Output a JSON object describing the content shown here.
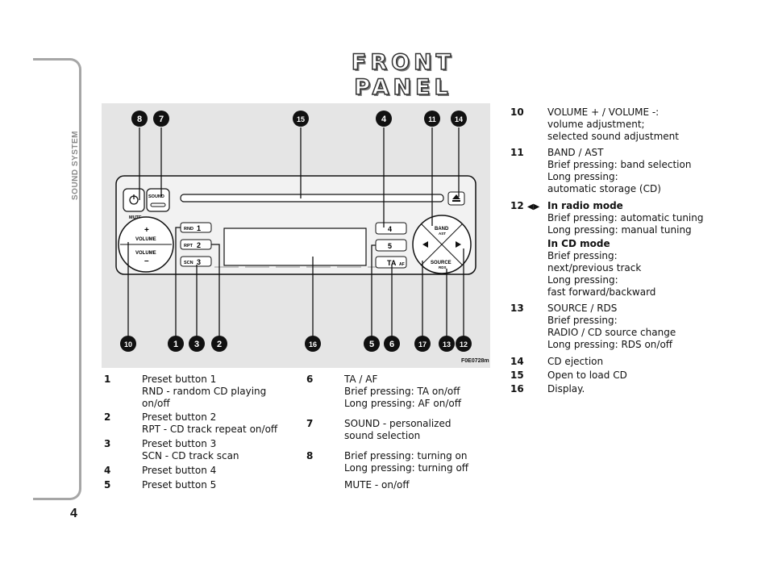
{
  "section": "SOUND SYSTEM",
  "page_number": "4",
  "title": "FRONT PANEL",
  "figure": {
    "code": "F0E0728m",
    "labels": {
      "mute": "MUTE",
      "sound": "SOUND",
      "volume_up": "VOLUME",
      "volume_down": "VOLUME",
      "plus": "+",
      "minus": "–",
      "rnd": "RND",
      "rpt": "RPT",
      "scn": "SCN",
      "one": "1",
      "two": "2",
      "three": "3",
      "four": "4",
      "five": "5",
      "ta": "TA",
      "af": "AF",
      "band": "BAND",
      "ast": "AST",
      "source": "SOURCE",
      "rds": "RDS"
    },
    "callouts_top": [
      "8",
      "7",
      "15",
      "4",
      "11",
      "14"
    ],
    "callouts_bottom": [
      "10",
      "1",
      "3",
      "2",
      "16",
      "5",
      "6",
      "17",
      "13",
      "12"
    ]
  },
  "col1": [
    {
      "num": "1",
      "lines": [
        "Preset button 1",
        "RND - random CD playing",
        "on/off"
      ]
    },
    {
      "num": "2",
      "lines": [
        "Preset button 2",
        "RPT - CD track repeat on/off"
      ]
    },
    {
      "num": "3",
      "lines": [
        "Preset button 3",
        "SCN - CD track scan"
      ]
    },
    {
      "num": "4",
      "lines": [
        "Preset button 4"
      ]
    },
    {
      "num": "5",
      "lines": [
        "Preset button 5"
      ]
    }
  ],
  "col2": [
    {
      "num": "6",
      "lines": [
        "TA / AF",
        "Brief pressing: TA on/off",
        "Long pressing: AF on/off"
      ]
    },
    {
      "num": "7",
      "lines": [
        "SOUND - personalized",
        "sound selection"
      ]
    },
    {
      "num": "8",
      "lines": [
        "Brief pressing: turning on",
        "Long pressing: turning off"
      ]
    },
    {
      "num": "",
      "lines": [
        "MUTE - on/off"
      ]
    }
  ],
  "col3": {
    "i10": {
      "num": "10",
      "lines": [
        "VOLUME + / VOLUME -:",
        "volume adjustment;",
        "selected sound adjustment"
      ]
    },
    "i11": {
      "num": "11",
      "lines": [
        "BAND / AST",
        "Brief pressing: band selection",
        "Long pressing:",
        "automatic storage (CD)"
      ]
    },
    "i12": {
      "num": "12",
      "arrows": "◀▶",
      "heading": "In radio mode",
      "lines": [
        "Brief pressing: automatic tuning",
        "Long pressing: manual tuning"
      ],
      "heading2": "In CD mode",
      "lines2": [
        "Brief pressing:",
        "next/previous track",
        "Long pressing:",
        "fast forward/backward"
      ]
    },
    "i13": {
      "num": "13",
      "lines": [
        "SOURCE / RDS",
        "Brief pressing:",
        "RADIO / CD source change",
        "Long pressing: RDS on/off"
      ]
    },
    "i14": {
      "num": "14",
      "lines": [
        "CD ejection"
      ]
    },
    "i15": {
      "num": "15",
      "lines": [
        "Open to load CD"
      ]
    },
    "i16": {
      "num": "16",
      "lines": [
        "Display."
      ]
    }
  }
}
